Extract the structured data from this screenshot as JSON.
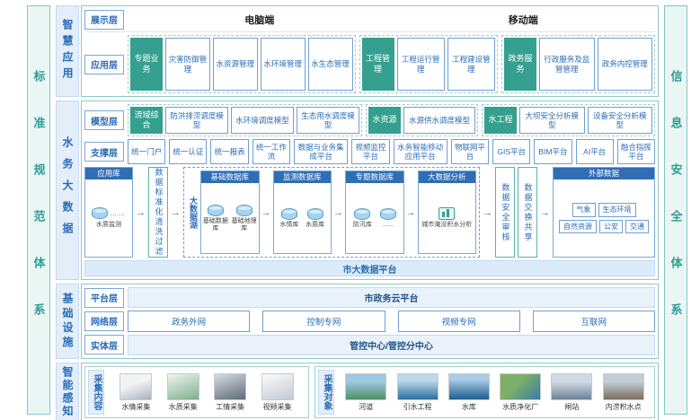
{
  "frame": {
    "left_bar": "标准规范体系",
    "right_bar": "信息安全体系"
  },
  "colors": {
    "teal": "#35a08f",
    "blue": "#2b6cb5",
    "header_blue": "#2f6eb5",
    "light_blue": "#e3eefa"
  },
  "smart_app": {
    "section_label": "智慧应用",
    "display_layer": {
      "label": "展示层",
      "pc": "电脑端",
      "mobile": "移动端"
    },
    "app_layer": {
      "label": "应用层",
      "groups": [
        {
          "tag": "专题业务",
          "items": [
            "灾害防御管理",
            "水资源管理",
            "水环境管理",
            "水生态管理"
          ]
        },
        {
          "tag": "工程管理",
          "items": [
            "工程运行管理",
            "工程建设管理"
          ]
        },
        {
          "tag": "政务服务",
          "items": [
            "行政服务及监管管理",
            "政务内控管理"
          ]
        }
      ]
    }
  },
  "big_data": {
    "section_label": "水务大数据",
    "model_layer": {
      "label": "模型层",
      "groups": [
        {
          "tag": "流域综合",
          "items": [
            "防洪排涝调度模型",
            "水环境调度模型",
            "生态用水调度模型"
          ]
        },
        {
          "tag": "水资源",
          "items": [
            "水源供水调度模型"
          ]
        },
        {
          "tag": "水工程",
          "items": [
            "大坝安全分析模型",
            "设备安全分析模型"
          ]
        }
      ]
    },
    "support_layer": {
      "label": "支撑层",
      "items": [
        "统一门户",
        "统一认证",
        "统一报表",
        "统一工作流",
        "数据与业务集成平台",
        "视频监控平台",
        "水务智能移动应用平台",
        "物联网平台",
        "GIS平台",
        "BIM平台",
        "AI平台",
        "融合指挥平台"
      ]
    },
    "data_flow": {
      "app_db": {
        "title": "应用库",
        "item": "水质监测",
        "dots": "……"
      },
      "filter": "数据标准化清洗过滤",
      "lake": {
        "title": "大数据湖",
        "groups": [
          {
            "title": "基础数据库",
            "dbs": [
              "基础数据库",
              "基础地理库"
            ]
          },
          {
            "title": "监测数据库",
            "dbs": [
              "水情库",
              "水质库"
            ]
          },
          {
            "title": "专题数据库",
            "dbs": [
              "防汛库",
              "……"
            ]
          },
          {
            "title": "大数据分析",
            "item": "城市淹没积水分析"
          }
        ]
      },
      "audit": "数据安全审核",
      "share": "数据交换共享",
      "external": {
        "title": "外部数据",
        "items": [
          "气象",
          "生态环境",
          "自然资源",
          "公安",
          "交通"
        ]
      }
    },
    "platform_bar": "市大数据平台"
  },
  "infrastructure": {
    "section_label": "基础设施",
    "platform_layer": {
      "label": "平台层",
      "item": "市政务云平台"
    },
    "network_layer": {
      "label": "网络层",
      "items": [
        "政务外网",
        "控制专网",
        "视频专网",
        "互联网"
      ]
    },
    "entity_layer": {
      "label": "实体层",
      "item": "管控中心/管控分中心"
    }
  },
  "perception": {
    "section_label": "智能感知",
    "content": {
      "label": "采集内容",
      "items": [
        "水情采集",
        "水质采集",
        "工情采集",
        "视频采集"
      ]
    },
    "objects": {
      "label": "采集对象",
      "items": [
        "河道",
        "引水工程",
        "水库",
        "水质净化厂",
        "闸站",
        "内涝积水点"
      ]
    }
  }
}
